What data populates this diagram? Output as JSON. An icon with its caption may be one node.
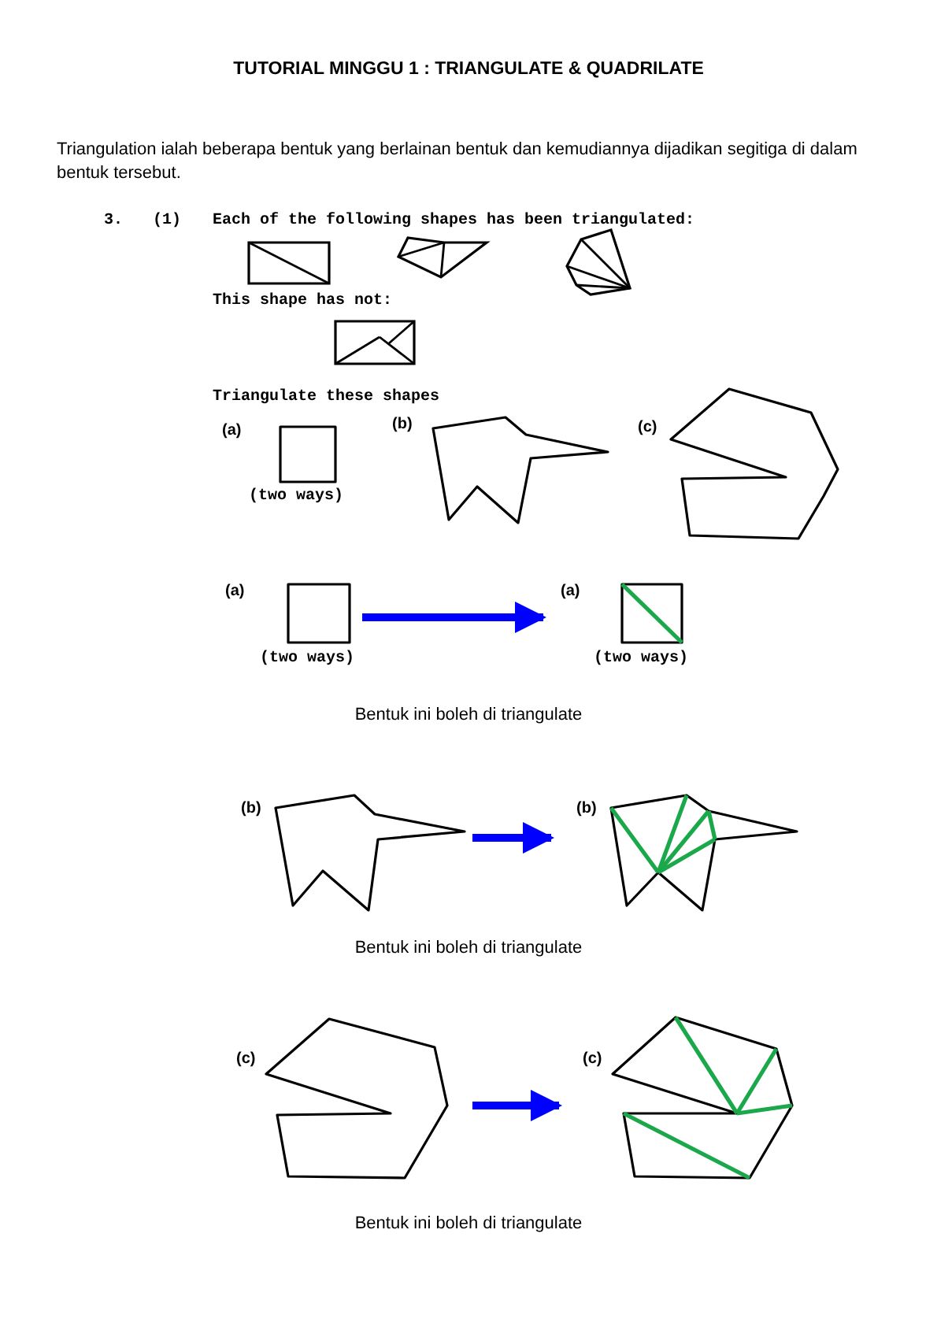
{
  "diagram": {
    "title": "TUTORIAL MINGGU 1 : TRIANGULATE & QUADRILATE",
    "nodes": [
      {
        "text": [
          "(a)",
          "(two ways)"
        ]
      },
      {
        "text": [
          "(b)"
        ]
      },
      {
        "text": [
          "(c)"
        ]
      },
      {
        "text": [
          "(a)",
          "(two ways)"
        ]
      },
      {
        "text": [
          "(a)",
          "(two ways)"
        ]
      },
      {
        "text": [
          "(b)"
        ]
      },
      {
        "text": [
          "(b)"
        ]
      },
      {
        "text": [
          "(c)"
        ]
      },
      {
        "text": [
          "(c)"
        ]
      }
    ],
    "edges": [
      {
        "from": 3,
        "to": 4,
        "arrow": "to"
      },
      {
        "from": 5,
        "to": 6,
        "arrow": "to"
      },
      {
        "from": 7,
        "to": 8,
        "arrow": "to"
      }
    ],
    "labels": [
      "Triangulation ialah beberapa bentuk yang berlainan bentuk dan kemudiannya dijadikan segitiga di dalam bentuk tersebut.",
      "3.",
      "(1)",
      "Each of the following shapes has been triangulated:",
      "This shape has not:",
      "Triangulate these shapes",
      "Bentuk ini boleh di triangulate",
      "Bentuk ini boleh di triangulate",
      "Bentuk ini boleh di triangulate"
    ]
  }
}
